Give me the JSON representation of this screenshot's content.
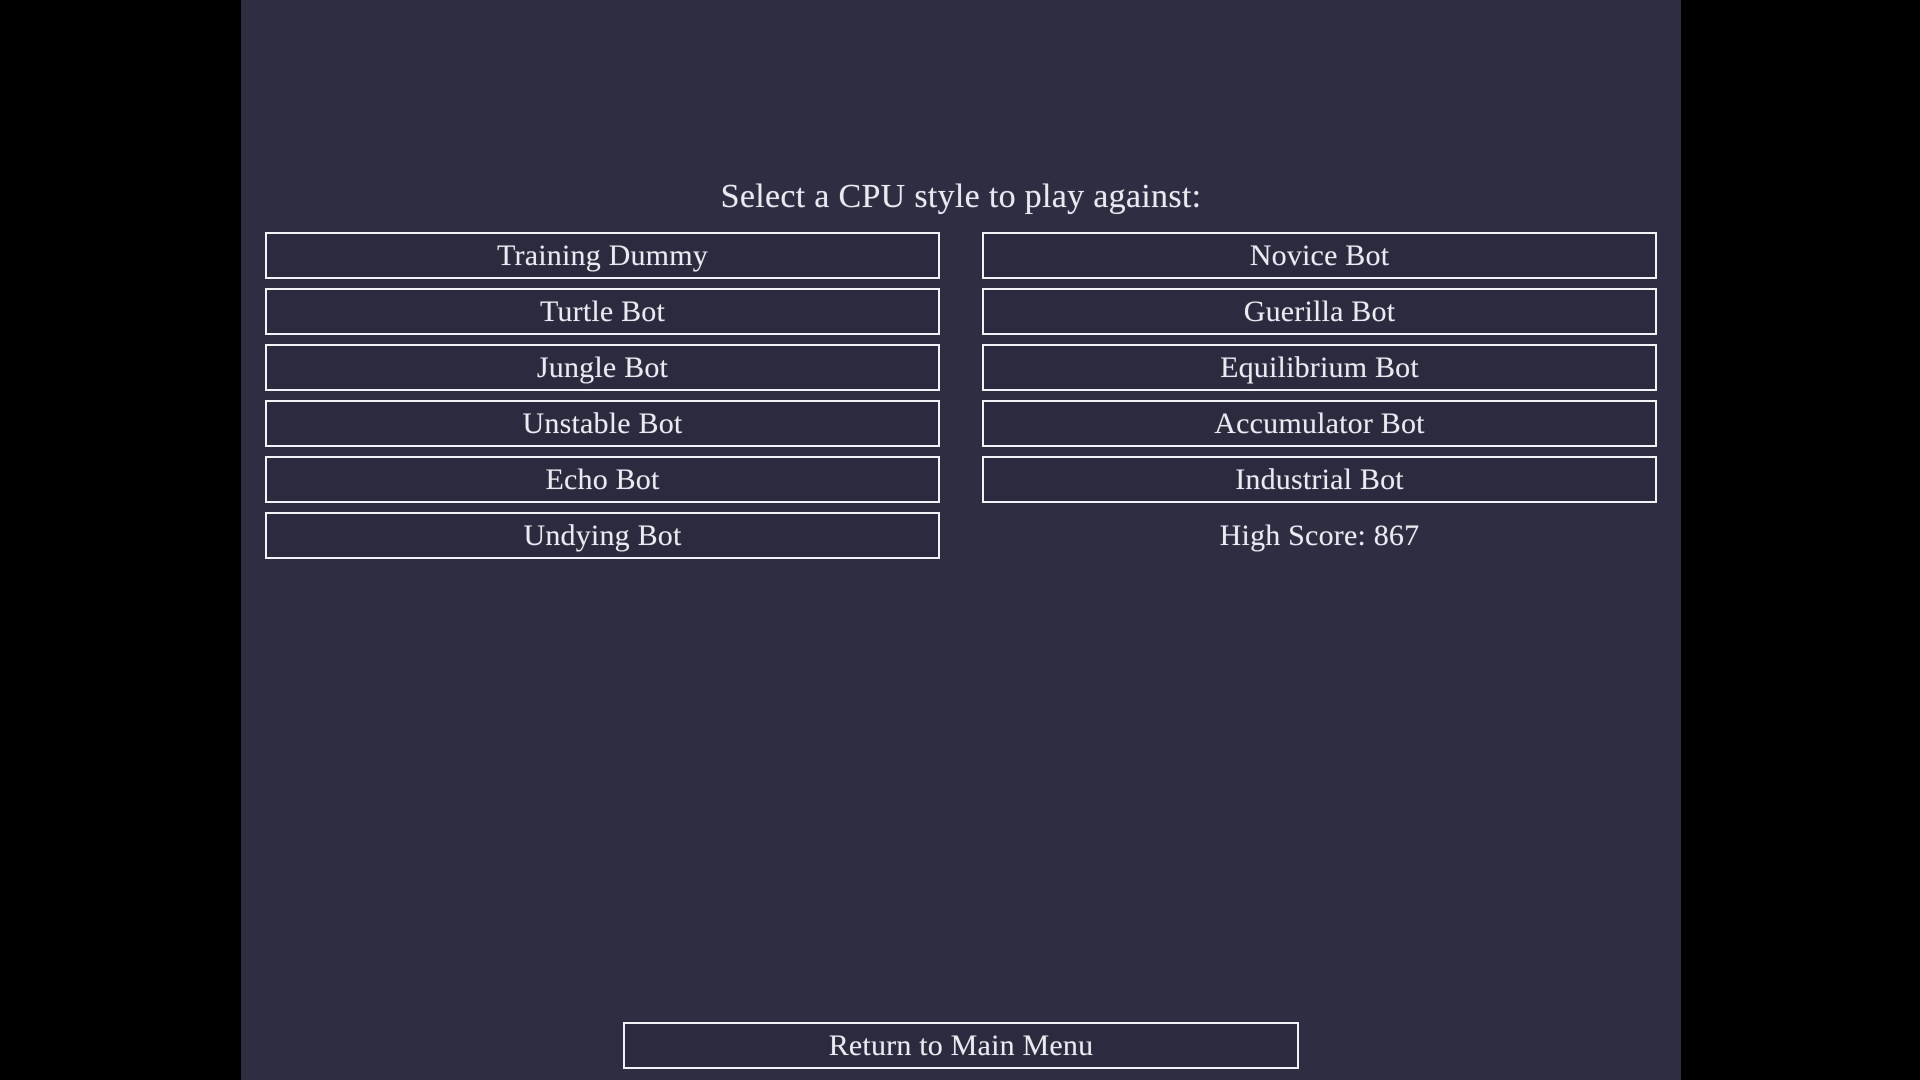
{
  "screen": {
    "background_color": "#000000",
    "viewport_background_color": "#2e2d42",
    "text_color": "#eaeaf2",
    "border_color": "#f2f2f7"
  },
  "menu": {
    "title": "Select a CPU style to play against:",
    "left_column": [
      {
        "label": "Training Dummy"
      },
      {
        "label": "Turtle Bot"
      },
      {
        "label": "Jungle Bot"
      },
      {
        "label": "Unstable Bot"
      },
      {
        "label": "Echo Bot"
      },
      {
        "label": "Undying Bot"
      }
    ],
    "right_column": [
      {
        "label": "Novice Bot"
      },
      {
        "label": "Guerilla Bot"
      },
      {
        "label": "Equilibrium Bot"
      },
      {
        "label": "Accumulator Bot"
      },
      {
        "label": "Industrial Bot"
      }
    ],
    "high_score_text": "High Score: 867",
    "high_score_value": 867,
    "return_label": "Return to Main Menu"
  }
}
